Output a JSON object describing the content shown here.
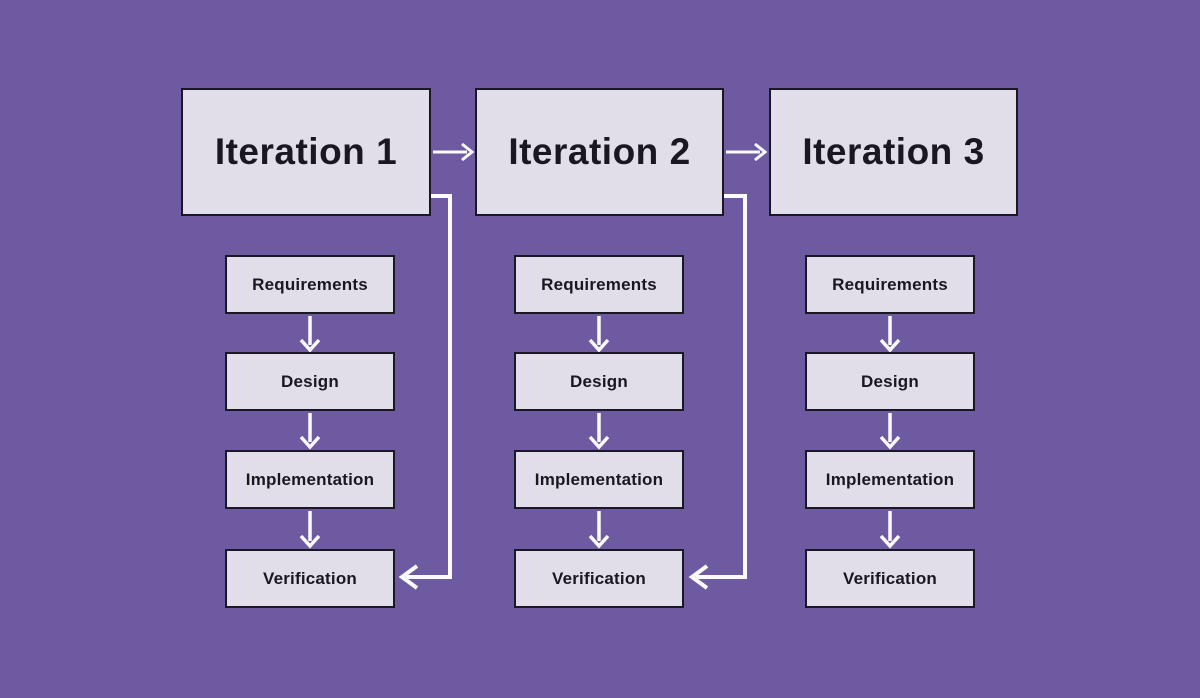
{
  "diagram": {
    "type": "iterative-process-flowchart",
    "iterations": [
      {
        "label": "Iteration 1",
        "phases": [
          "Requirements",
          "Design",
          "Implementation",
          "Verification"
        ],
        "has_feedback_arrow": true
      },
      {
        "label": "Iteration 2",
        "phases": [
          "Requirements",
          "Design",
          "Implementation",
          "Verification"
        ],
        "has_feedback_arrow": true
      },
      {
        "label": "Iteration 3",
        "phases": [
          "Requirements",
          "Design",
          "Implementation",
          "Verification"
        ],
        "has_feedback_arrow": false
      }
    ],
    "colors": {
      "background": "#6d5aa0",
      "box_fill": "#e1dee9",
      "box_border": "#1b1826",
      "arrow": "#fbfafd",
      "text": "#1a1721"
    }
  }
}
